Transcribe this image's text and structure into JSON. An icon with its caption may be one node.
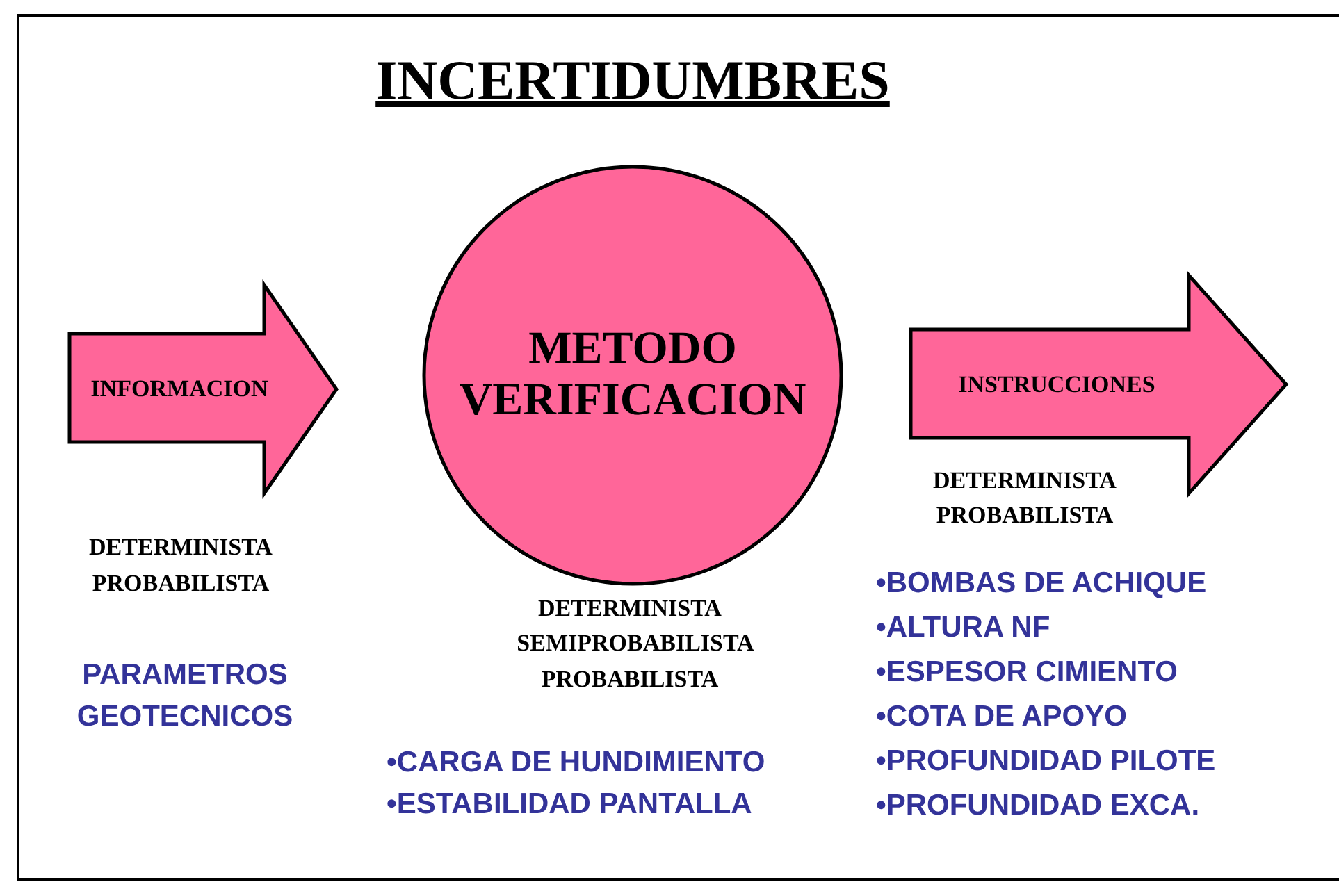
{
  "diagram": {
    "title": "INCERTIDUMBRES",
    "nodes": [
      {
        "text": [
          "INFORMACION"
        ]
      },
      {
        "text": [
          "METODO VERIFICACION"
        ]
      },
      {
        "text": [
          "INSTRUCCIONES"
        ]
      }
    ],
    "labels": [
      "DETERMINISTA",
      "PROBABILISTA",
      "PARAMETROS GEOTECNICOS",
      "DETERMINISTA",
      "SEMIPROBABILISTA",
      "PROBABILISTA",
      "•CARGA DE HUNDIMIENTO",
      "•ESTABILIDAD PANTALLA",
      "DETERMINISTA",
      "PROBABILISTA",
      "•BOMBAS DE ACHIQUE",
      "•ALTURA NF",
      "•ESPESOR CIMIENTO",
      "•COTA DE APOYO",
      "•PROFUNDIDAD PILOTE",
      "•PROFUNDIDAD EXCA."
    ]
  }
}
